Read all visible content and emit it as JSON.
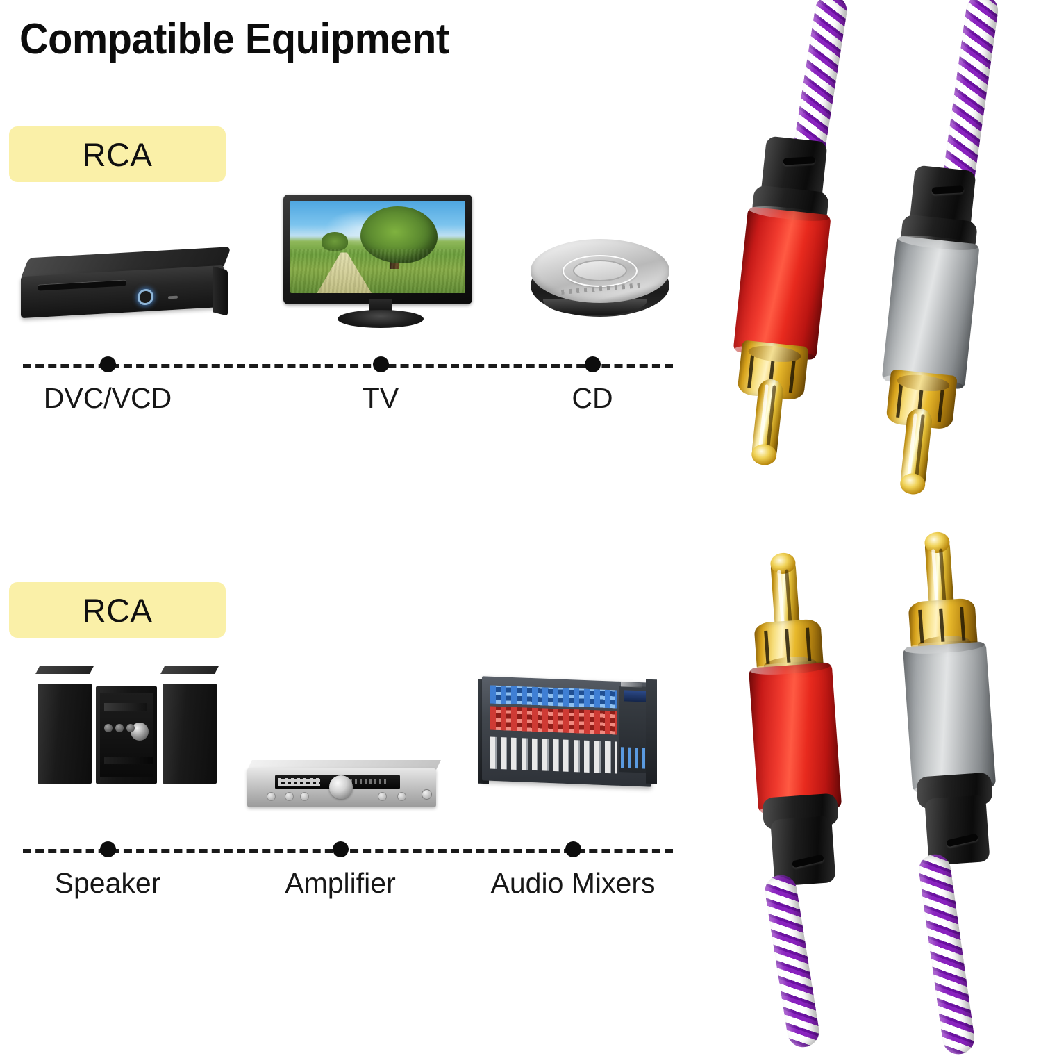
{
  "page": {
    "title": "Compatible Equipment"
  },
  "sections": [
    {
      "badge_label": "RCA",
      "equipment": [
        {
          "name": "DVC/VCD",
          "icon": "dvd-player-icon"
        },
        {
          "name": "TV",
          "icon": "television-icon"
        },
        {
          "name": "CD",
          "icon": "cd-player-icon"
        }
      ],
      "timeline_dots_x": [
        122,
        515,
        820
      ]
    },
    {
      "badge_label": "RCA",
      "equipment": [
        {
          "name": "Speaker",
          "icon": "stereo-speaker-icon"
        },
        {
          "name": "Amplifier",
          "icon": "amplifier-icon"
        },
        {
          "name": "Audio Mixers",
          "icon": "audio-mixer-icon"
        }
      ],
      "timeline_dots_x": [
        122,
        457,
        792
      ]
    }
  ],
  "product": {
    "cable_type": "RCA to RCA audio cable",
    "braid_colors": [
      "#8a22bf",
      "#ffffff"
    ],
    "connectors": [
      {
        "name": "red-rca-connector",
        "barrel_color": "#e82a1e",
        "pin_color": "#e6c139",
        "orientation": "pin-down"
      },
      {
        "name": "silver-rca-connector",
        "barrel_color": "#b5b8ba",
        "pin_color": "#e6c139",
        "orientation": "pin-down"
      },
      {
        "name": "red-rca-connector",
        "barrel_color": "#e82a1e",
        "pin_color": "#e6c139",
        "orientation": "pin-up"
      },
      {
        "name": "silver-rca-connector",
        "barrel_color": "#b5b8ba",
        "pin_color": "#e6c139",
        "orientation": "pin-up"
      }
    ]
  },
  "colors": {
    "badge_background": "#faf0a8",
    "badge_text": "#101010",
    "title_text": "#0c0c0c",
    "timeline": "#1a1a1a",
    "page_background": "#ffffff"
  }
}
